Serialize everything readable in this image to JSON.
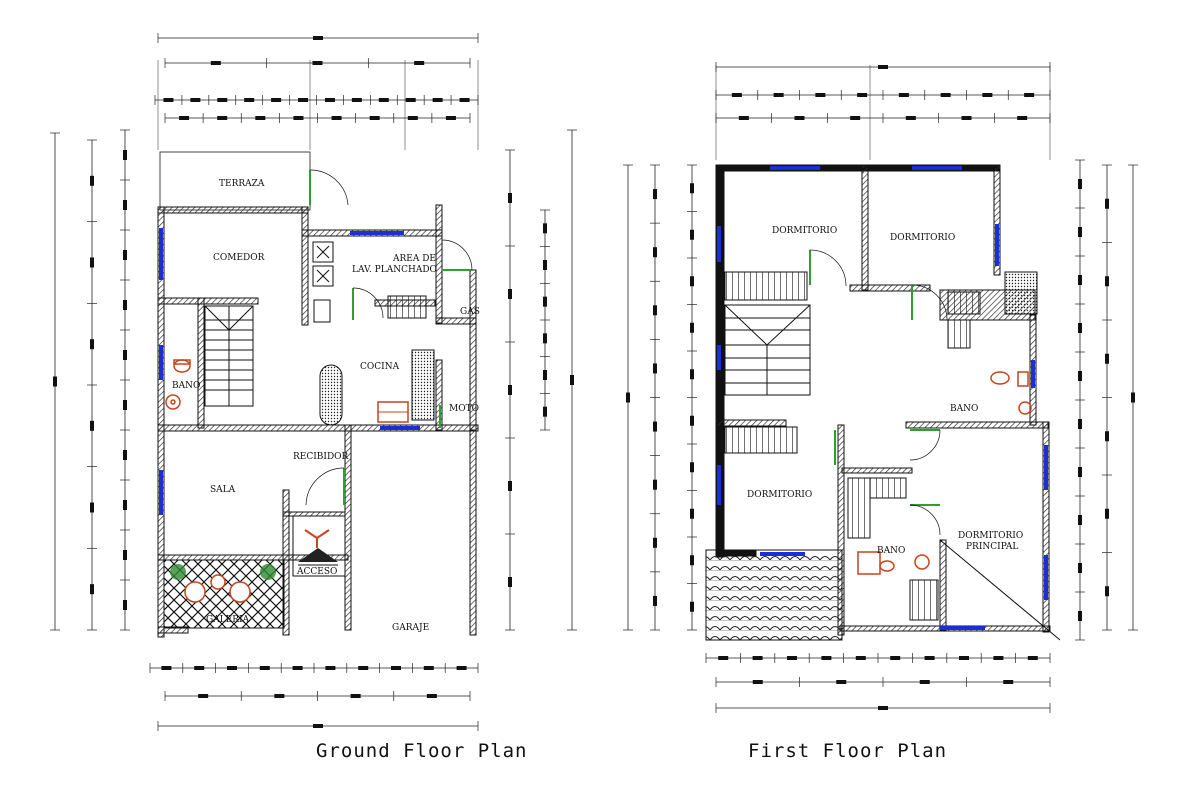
{
  "plans": [
    {
      "id": "ground",
      "title": "Ground Floor Plan",
      "rooms": [
        {
          "key": "terraza",
          "label": "TERRAZA"
        },
        {
          "key": "comedor",
          "label": "COMEDOR"
        },
        {
          "key": "area",
          "label": "AREA DE"
        },
        {
          "key": "lav",
          "label": "LAV. PLANCHADO"
        },
        {
          "key": "gas",
          "label": "GAS"
        },
        {
          "key": "cocina",
          "label": "COCINA"
        },
        {
          "key": "bano",
          "label": "BANO"
        },
        {
          "key": "moto",
          "label": "MOTO"
        },
        {
          "key": "recibidor",
          "label": "RECIBIDOR"
        },
        {
          "key": "sala",
          "label": "SALA"
        },
        {
          "key": "acceso",
          "label": "ACCESO"
        },
        {
          "key": "galeria",
          "label": "GALERIA"
        },
        {
          "key": "garaje",
          "label": "GARAJE"
        }
      ]
    },
    {
      "id": "first",
      "title": "First Floor Plan",
      "rooms": [
        {
          "key": "dorm1",
          "label": "DORMITORIO"
        },
        {
          "key": "dorm2",
          "label": "DORMITORIO"
        },
        {
          "key": "bano2",
          "label": "BANO"
        },
        {
          "key": "dorm3",
          "label": "DORMITORIO"
        },
        {
          "key": "dormp1",
          "label": "DORMITORIO"
        },
        {
          "key": "dormp2",
          "label": "PRINCIPAL"
        },
        {
          "key": "bano3",
          "label": "BANO"
        }
      ]
    }
  ],
  "colors": {
    "wall": "#1a1a1a",
    "window": "#1c2fd6",
    "door": "#2ea02e",
    "fixture": "#c8441c",
    "plant": "#2e8a2e",
    "dimension": "#222222"
  }
}
